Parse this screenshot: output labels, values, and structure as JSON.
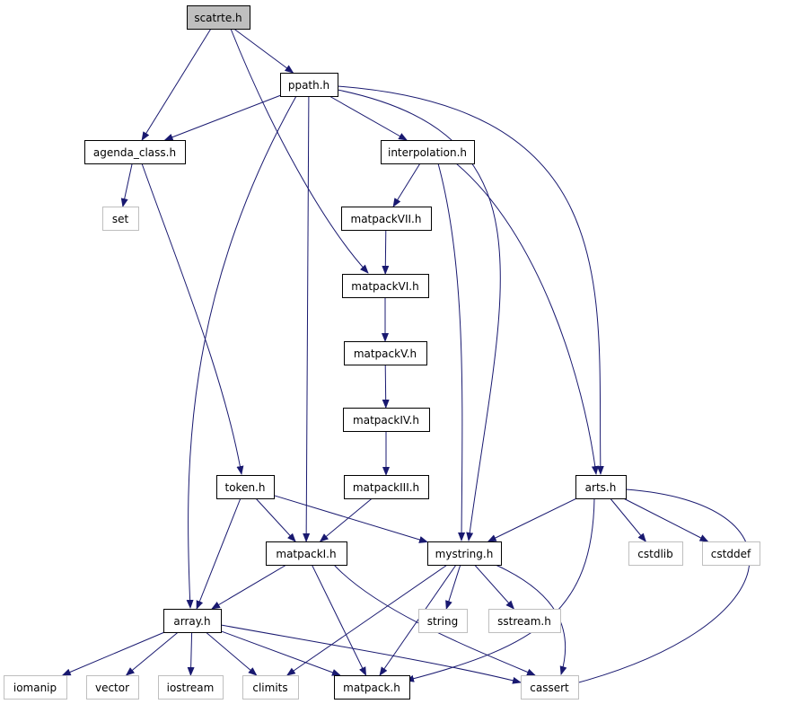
{
  "colors": {
    "edge": "#191970",
    "root_fill": "#bfbfbf",
    "local_border": "#000000",
    "system_border": "#bfbfbf"
  },
  "nodes": [
    {
      "id": "scatrte",
      "label": "scatrte.h",
      "kind": "root"
    },
    {
      "id": "ppath",
      "label": "ppath.h",
      "kind": "local"
    },
    {
      "id": "agenda_class",
      "label": "agenda_class.h",
      "kind": "local"
    },
    {
      "id": "interpolation",
      "label": "interpolation.h",
      "kind": "local"
    },
    {
      "id": "set",
      "label": "set",
      "kind": "system"
    },
    {
      "id": "matpackVII",
      "label": "matpackVII.h",
      "kind": "local"
    },
    {
      "id": "matpackVI",
      "label": "matpackVI.h",
      "kind": "local"
    },
    {
      "id": "matpackV",
      "label": "matpackV.h",
      "kind": "local"
    },
    {
      "id": "matpackIV",
      "label": "matpackIV.h",
      "kind": "local"
    },
    {
      "id": "token",
      "label": "token.h",
      "kind": "local"
    },
    {
      "id": "matpackIII",
      "label": "matpackIII.h",
      "kind": "local"
    },
    {
      "id": "arts",
      "label": "arts.h",
      "kind": "local"
    },
    {
      "id": "matpackI",
      "label": "matpackI.h",
      "kind": "local"
    },
    {
      "id": "mystring",
      "label": "mystring.h",
      "kind": "local"
    },
    {
      "id": "cstdlib",
      "label": "cstdlib",
      "kind": "system"
    },
    {
      "id": "cstddef",
      "label": "cstddef",
      "kind": "system"
    },
    {
      "id": "array",
      "label": "array.h",
      "kind": "local"
    },
    {
      "id": "string",
      "label": "string",
      "kind": "system"
    },
    {
      "id": "sstream",
      "label": "sstream.h",
      "kind": "system"
    },
    {
      "id": "iomanip",
      "label": "iomanip",
      "kind": "system"
    },
    {
      "id": "vector",
      "label": "vector",
      "kind": "system"
    },
    {
      "id": "iostream",
      "label": "iostream",
      "kind": "system"
    },
    {
      "id": "climits",
      "label": "climits",
      "kind": "system"
    },
    {
      "id": "matpack",
      "label": "matpack.h",
      "kind": "local"
    },
    {
      "id": "cassert",
      "label": "cassert",
      "kind": "system"
    }
  ],
  "edges": [
    [
      "scatrte",
      "ppath"
    ],
    [
      "scatrte",
      "agenda_class"
    ],
    [
      "scatrte",
      "matpackVI"
    ],
    [
      "ppath",
      "agenda_class"
    ],
    [
      "ppath",
      "interpolation"
    ],
    [
      "ppath",
      "array"
    ],
    [
      "ppath",
      "matpackI"
    ],
    [
      "ppath",
      "mystring"
    ],
    [
      "ppath",
      "arts"
    ],
    [
      "agenda_class",
      "set"
    ],
    [
      "agenda_class",
      "token"
    ],
    [
      "interpolation",
      "matpackVII"
    ],
    [
      "interpolation",
      "mystring"
    ],
    [
      "interpolation",
      "arts"
    ],
    [
      "matpackVII",
      "matpackVI"
    ],
    [
      "matpackVI",
      "matpackV"
    ],
    [
      "matpackV",
      "matpackIV"
    ],
    [
      "matpackIV",
      "matpackIII"
    ],
    [
      "matpackIII",
      "matpackI"
    ],
    [
      "token",
      "matpackI"
    ],
    [
      "token",
      "mystring"
    ],
    [
      "token",
      "array"
    ],
    [
      "arts",
      "mystring"
    ],
    [
      "arts",
      "cstdlib"
    ],
    [
      "arts",
      "cstddef"
    ],
    [
      "arts",
      "matpack"
    ],
    [
      "arts",
      "cassert"
    ],
    [
      "matpackI",
      "array"
    ],
    [
      "matpackI",
      "matpack"
    ],
    [
      "matpackI",
      "cassert"
    ],
    [
      "mystring",
      "climits"
    ],
    [
      "mystring",
      "string"
    ],
    [
      "mystring",
      "sstream"
    ],
    [
      "mystring",
      "matpack"
    ],
    [
      "mystring",
      "cassert"
    ],
    [
      "array",
      "iomanip"
    ],
    [
      "array",
      "vector"
    ],
    [
      "array",
      "iostream"
    ],
    [
      "array",
      "climits"
    ],
    [
      "array",
      "matpack"
    ],
    [
      "array",
      "cassert"
    ]
  ]
}
